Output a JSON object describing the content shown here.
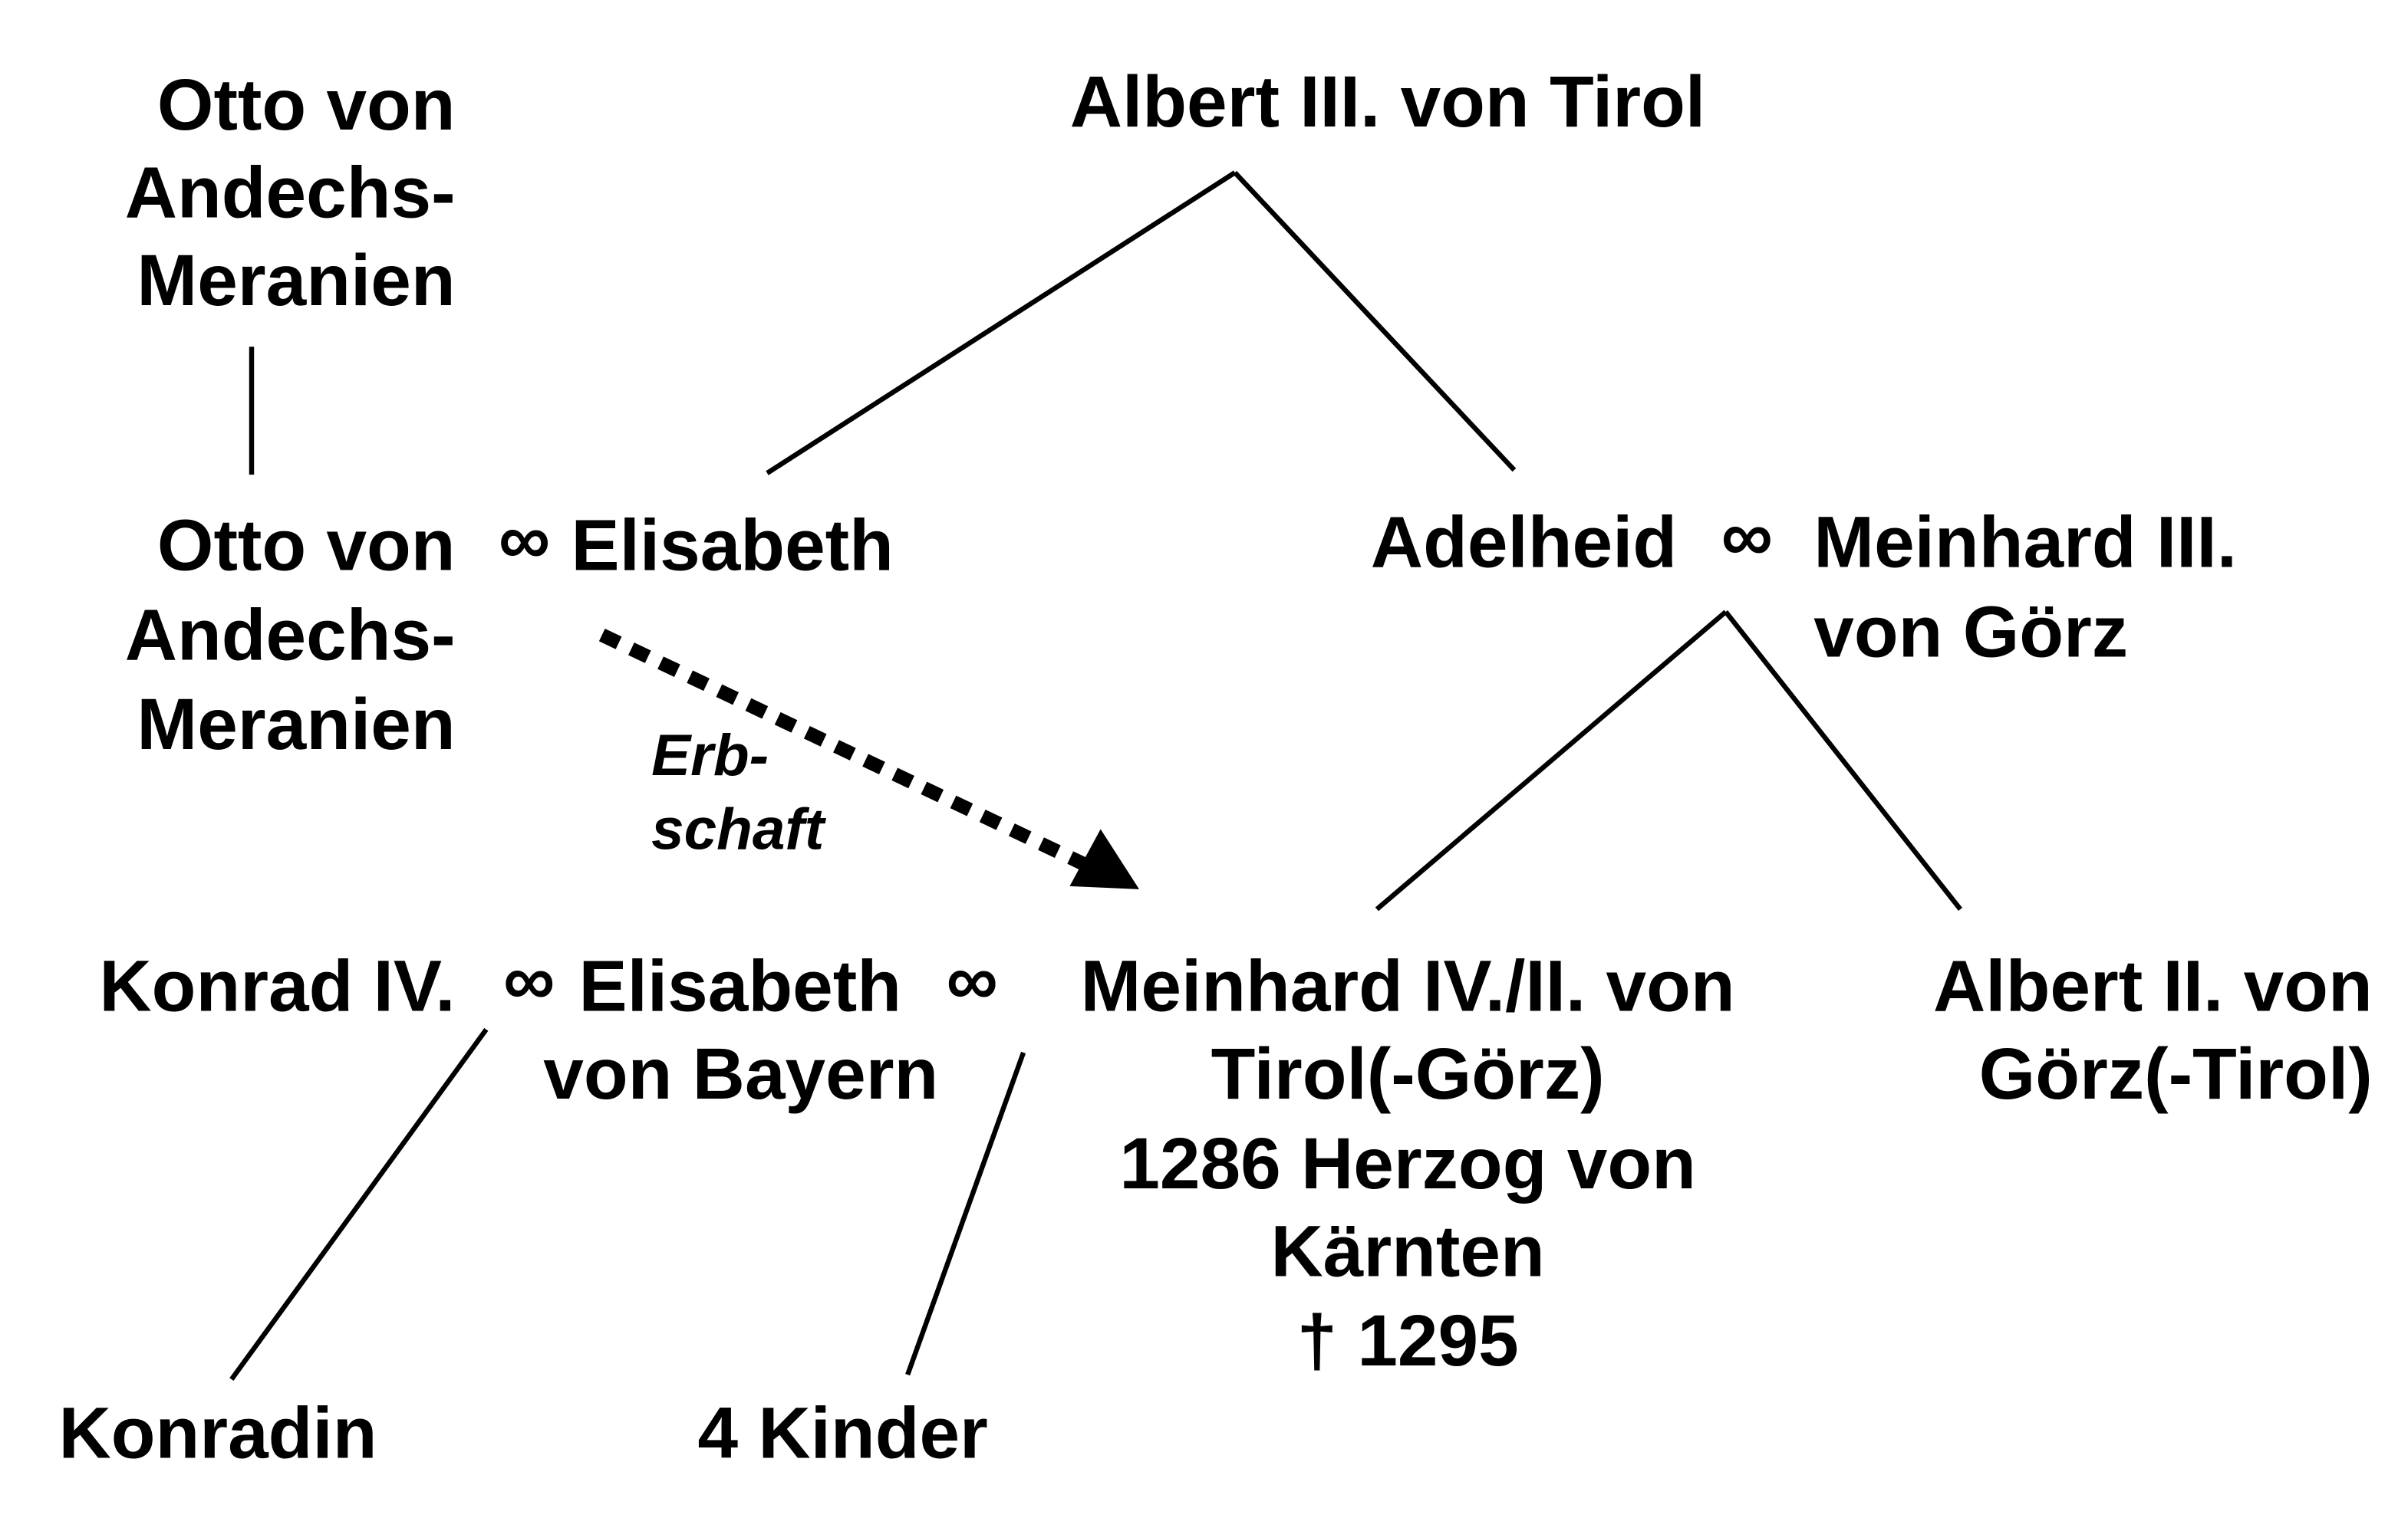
{
  "nodes": {
    "otto_sr": [
      "Otto von",
      "Andechs-",
      "Meranien"
    ],
    "albert_iii": "Albert III. von Tirol",
    "otto_jr": [
      "Otto von",
      "Andechs-",
      "Meranien"
    ],
    "marriage_symbol": "∞",
    "elisabeth": "Elisabeth",
    "adelheid": "Adelheid",
    "meinhard_iii": [
      "Meinhard III.",
      "von Görz"
    ],
    "inheritance_label": [
      "Erb-",
      "schaft"
    ],
    "konrad_iv": "Konrad IV.",
    "elisabeth_bayern": [
      "Elisabeth",
      "von Bayern"
    ],
    "meinhard_iv": [
      "Meinhard IV./II. von",
      "Tirol(-Görz)",
      "1286 Herzog von",
      "Kärnten",
      "† 1295"
    ],
    "albert_ii": [
      "Albert II. von",
      "Görz(-Tirol)"
    ],
    "konradin": "Konradin",
    "kinder": "4 Kinder"
  }
}
